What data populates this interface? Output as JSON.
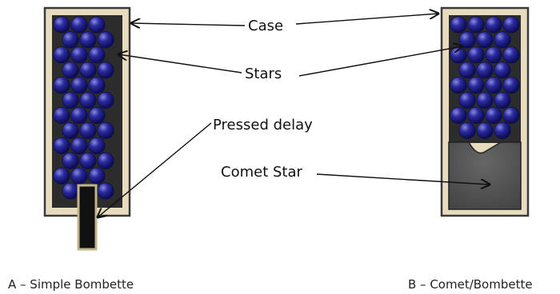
{
  "diagram": {
    "labels": {
      "case": "Case",
      "stars": "Stars",
      "pressed_delay": "Pressed delay",
      "comet_star": "Comet Star"
    },
    "captions": {
      "a": "A – Simple Bombette",
      "b": "B – Comet/Bombette"
    },
    "colors": {
      "case_fill": "#e8dcbf",
      "case_stroke": "#3a3a3a",
      "star_dark": "#0e0e5a",
      "star_mid": "#2b2ba0",
      "star_light": "#8a8ae0",
      "filler": "#2c2c2c",
      "comet": "#5a5a5a",
      "delay": "#111111",
      "delay_border": "#c2b48a"
    }
  }
}
